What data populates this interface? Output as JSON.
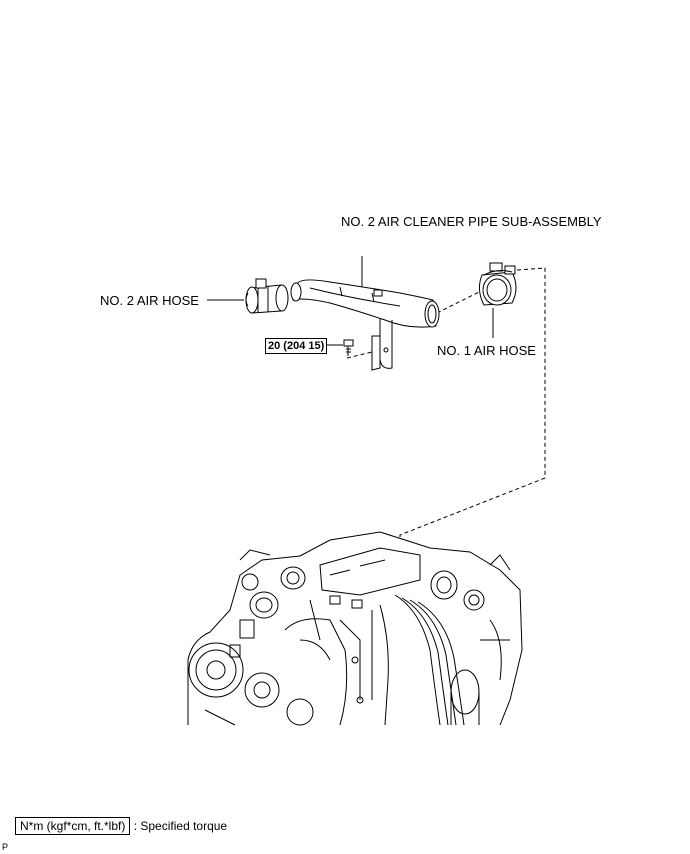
{
  "labels": {
    "pipe": "NO. 2 AIR CLEANER PIPE SUB-ASSEMBLY",
    "hose2": "NO. 2 AIR HOSE",
    "hose1": "NO. 1 AIR HOSE",
    "torque": "20 (204 15)"
  },
  "legend": {
    "unit": "N*m (kgf*cm, ft.*lbf)",
    "description": ": Specified torque"
  },
  "footer": {
    "code": "P"
  }
}
